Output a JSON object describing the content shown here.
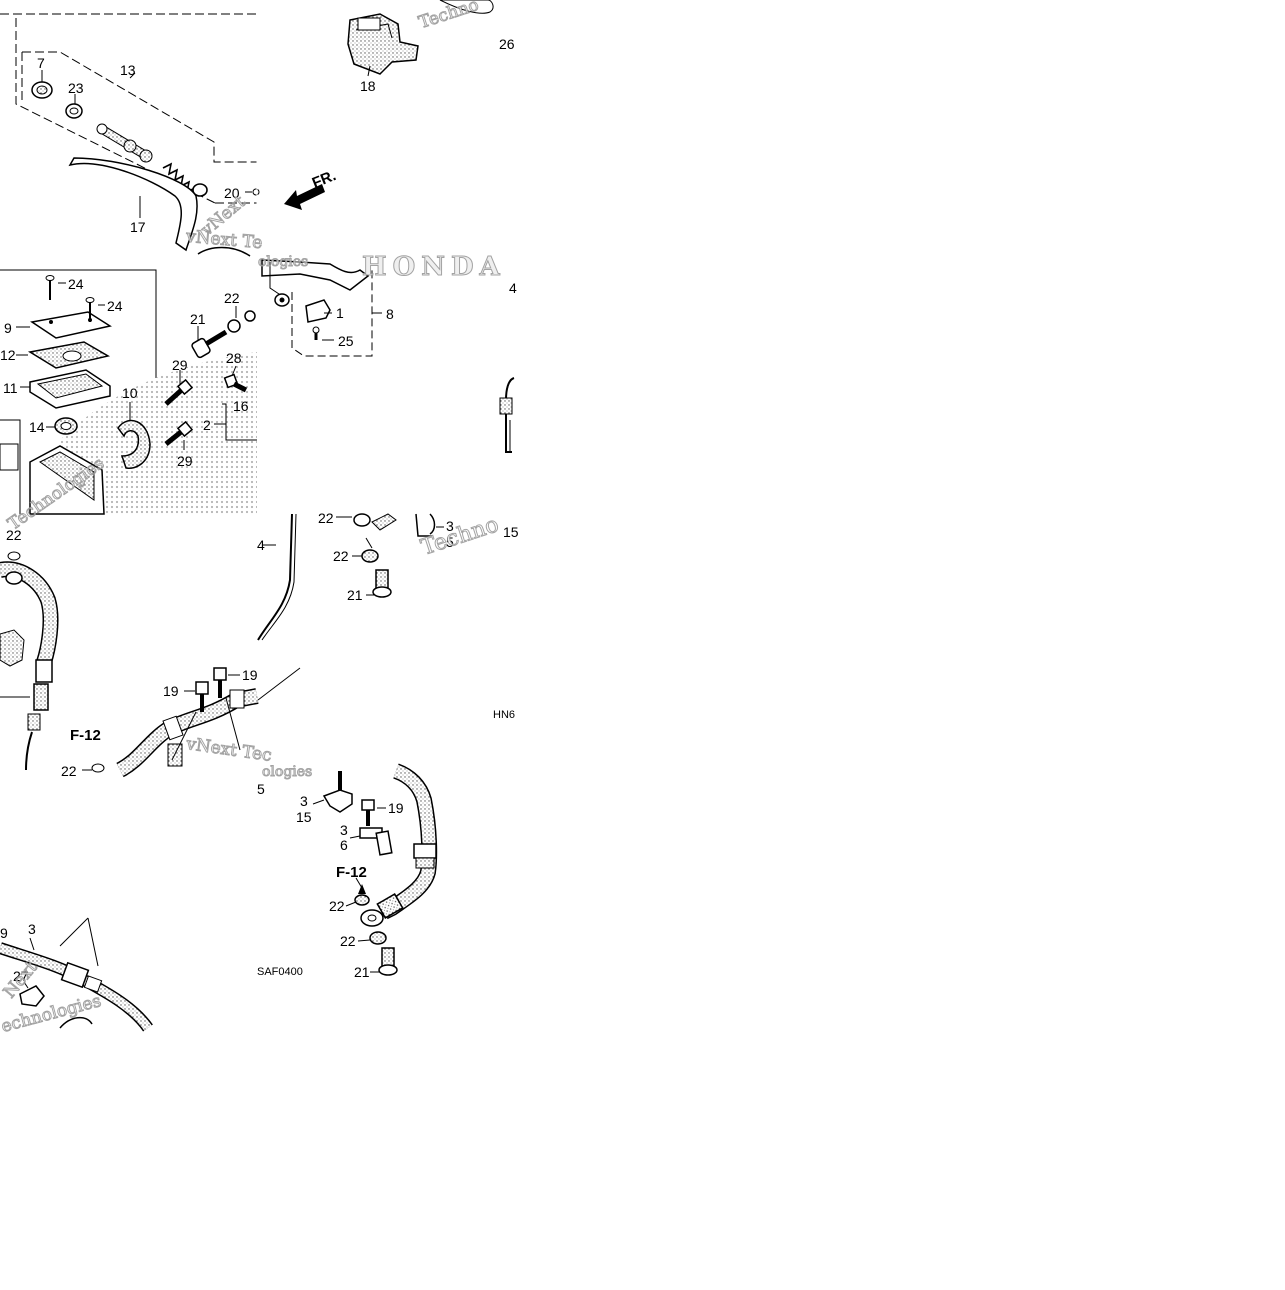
{
  "labels": {
    "n7": "7",
    "n13": "13",
    "n23": "23",
    "n17": "17",
    "n20": "20",
    "n18": "18",
    "n26": "26",
    "fr": "FR.",
    "n24a": "24",
    "n24b": "24",
    "n9": "9",
    "n12": "12",
    "n11": "11",
    "n14": "14",
    "n10": "10",
    "n21a": "21",
    "n22a": "22",
    "n29a": "29",
    "n28": "28",
    "n16": "16",
    "n2": "2",
    "n29b": "29",
    "n1": "1",
    "n8": "8",
    "n25": "25",
    "n4a": "4",
    "n22b": "22",
    "n22c": "22",
    "n22d": "22",
    "n21b": "21",
    "n3a": "3",
    "n5": "5",
    "n15a": "15",
    "n4b": "4",
    "n19a": "19",
    "n19b": "19",
    "f12a": "F-12",
    "n22e": "22",
    "hn": "HN6",
    "n3b": "3",
    "n15b": "15",
    "n19c": "19",
    "n3c": "3",
    "n6": "6",
    "f12b": "F-12",
    "n22f": "22",
    "n22g": "22",
    "n21c": "21",
    "code": "SAF0400",
    "n3d": "3",
    "n27": "27",
    "n9b": "9",
    "n5b": "5"
  },
  "watermarks": {
    "w1": "Techno",
    "w2": "vNext",
    "w3": "vNext Te",
    "w4": "ologies",
    "w5": "HONDA",
    "w6": "Technologies",
    "w7": "Techno",
    "w8": "vNext Tec",
    "w9": "ologies",
    "w10": "Next",
    "w11": "echnologies"
  }
}
